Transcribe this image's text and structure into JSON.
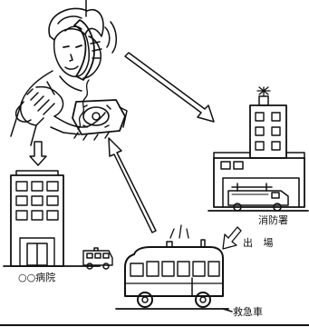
{
  "labels": {
    "hospital": "○○病院",
    "fire_station": "消防署",
    "dispatch": "出 場",
    "ambulance": "救急車"
  },
  "colors": {
    "line": "#111111",
    "background": "#ffffff"
  }
}
